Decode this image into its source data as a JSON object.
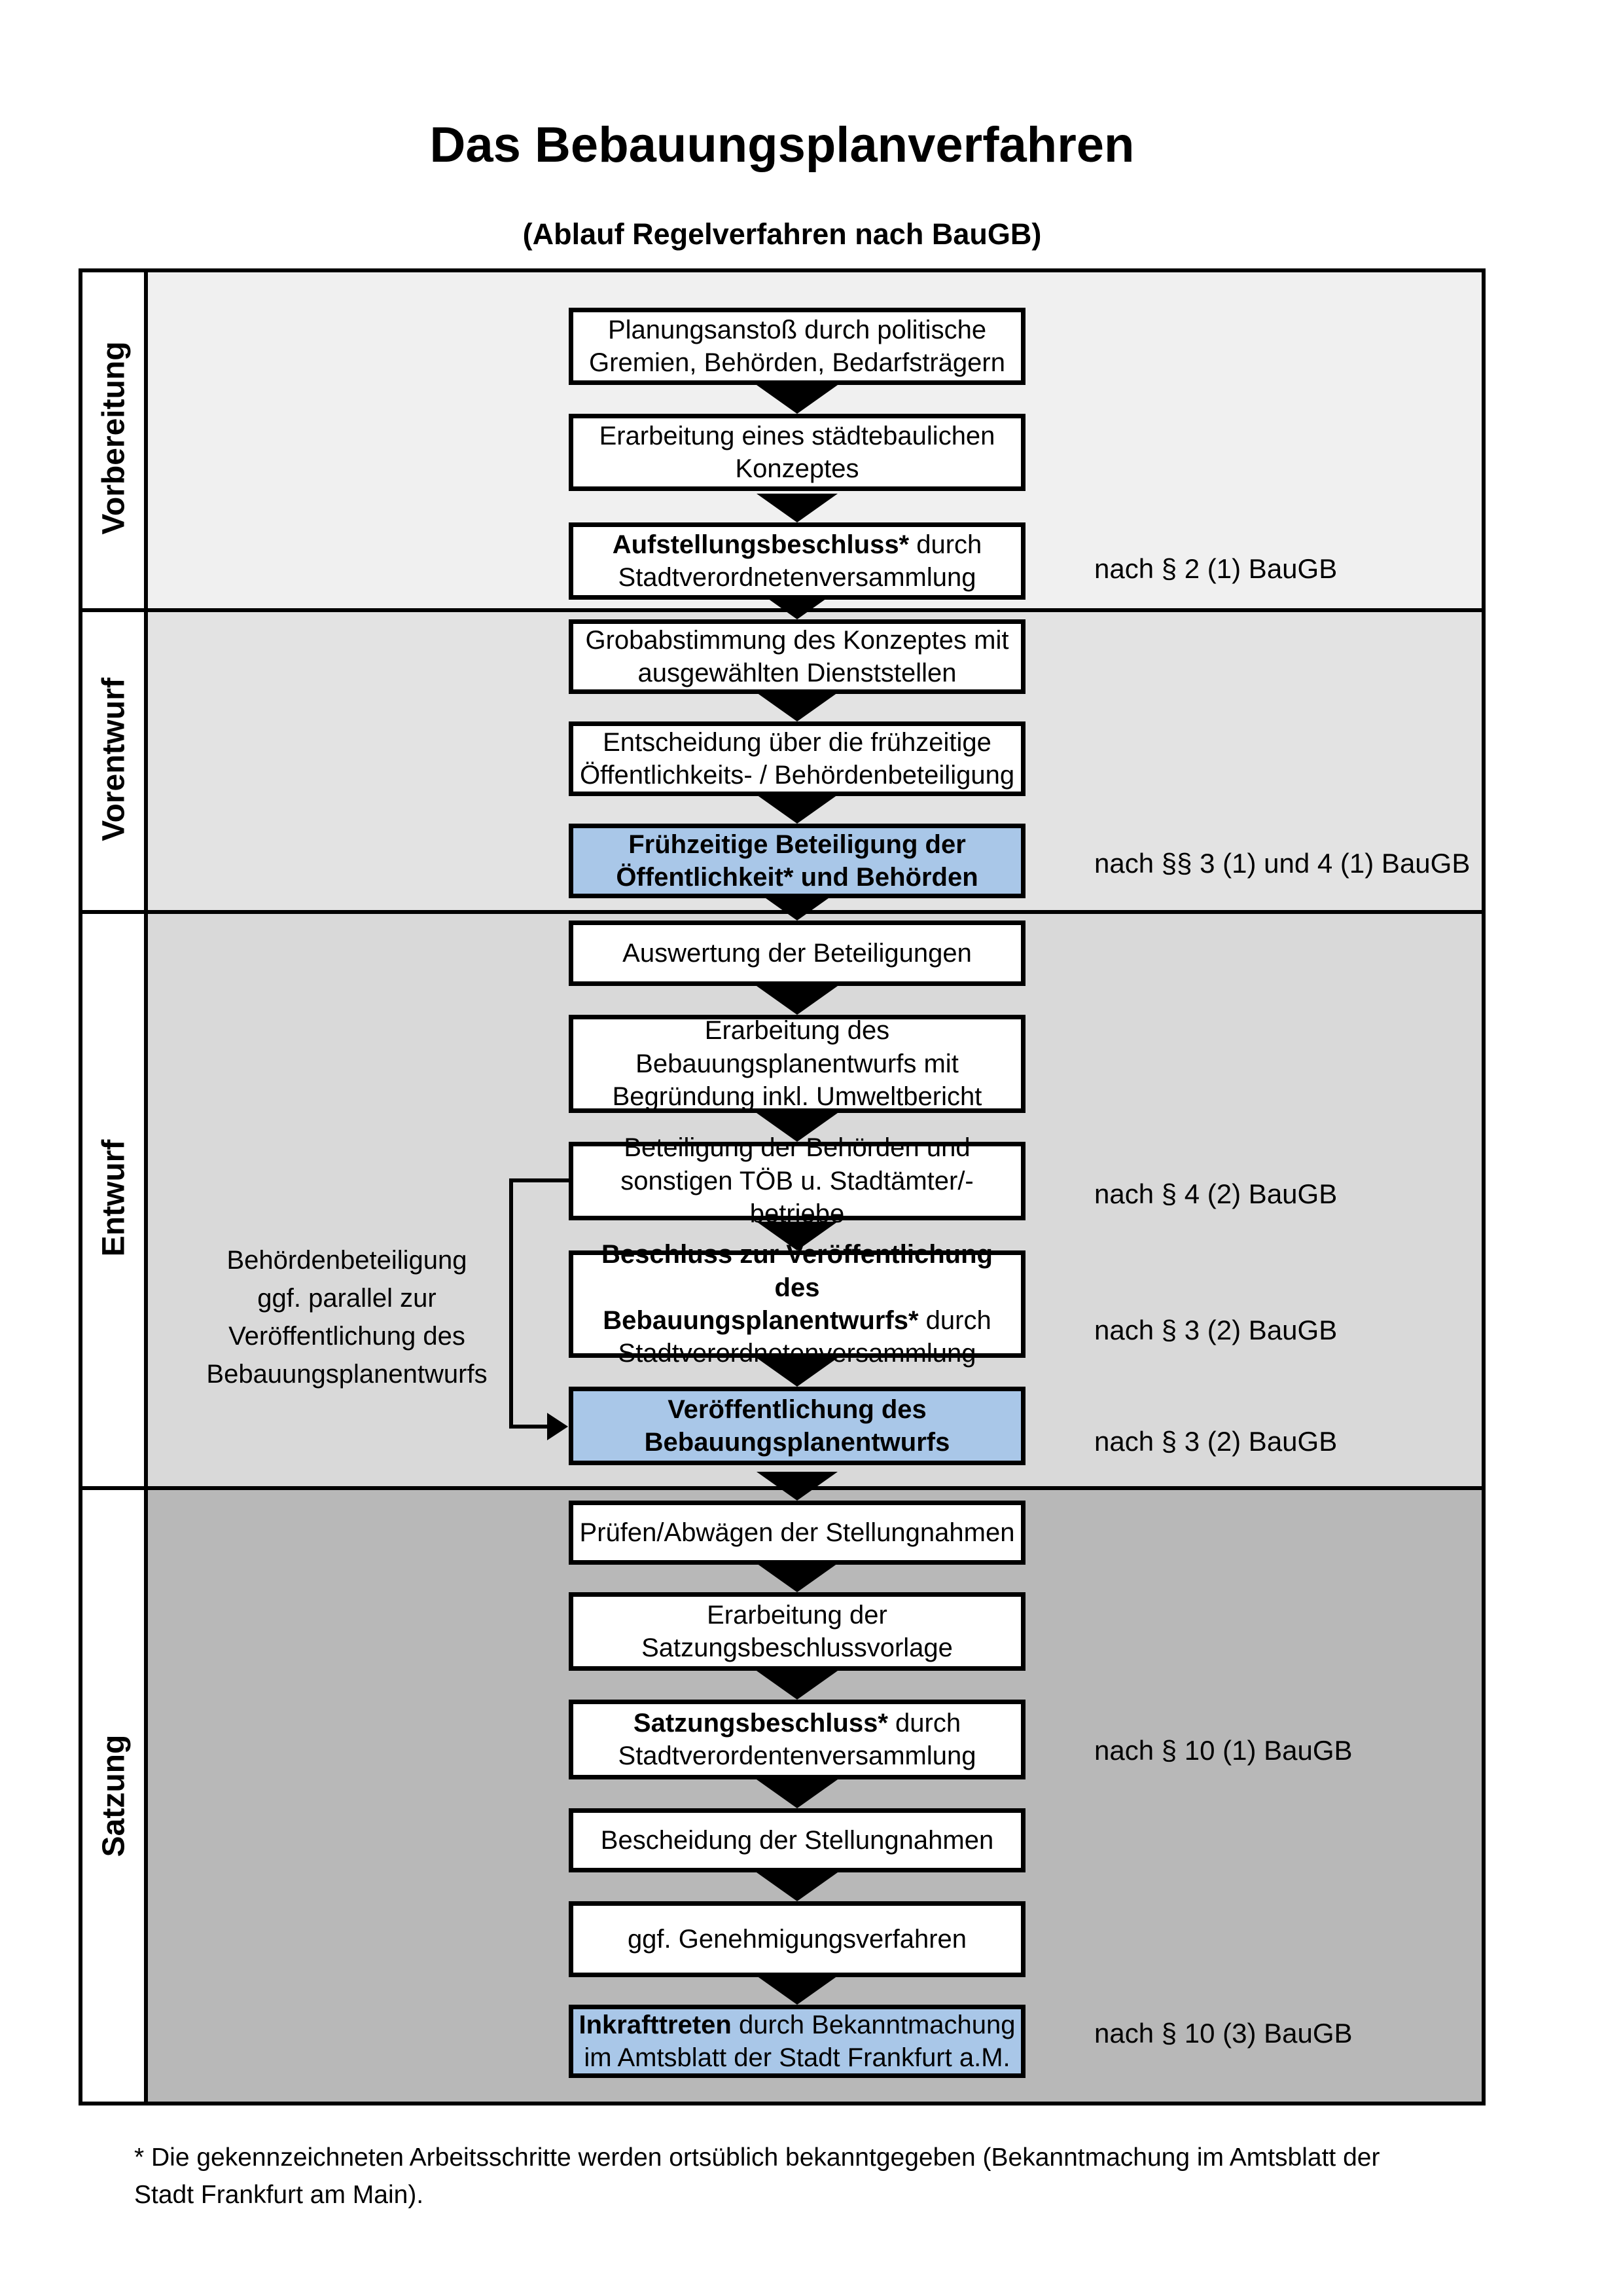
{
  "title": "Das Bebauungsplanverfahren",
  "subtitle": "(Ablauf Regelverfahren nach BauGB)",
  "phases": [
    {
      "label": "Vorbereitung"
    },
    {
      "label": "Vorentwurf"
    },
    {
      "label": "Entwurf"
    },
    {
      "label": "Satzung"
    }
  ],
  "steps": [
    {
      "bold": "",
      "text": "Planungsanstoß durch politische\nGremien, Behörden, Bedarfsträgern",
      "note": ""
    },
    {
      "bold": "",
      "text": "Erarbeitung eines städtebaulichen\nKonzeptes",
      "note": ""
    },
    {
      "bold": "Aufstellungsbeschluss*",
      "text": " durch\nStadtverordnetenversammlung",
      "note": "nach § 2 (1) BauGB"
    },
    {
      "bold": "",
      "text": "Grobabstimmung des Konzeptes mit\nausgewählten Dienststellen",
      "note": ""
    },
    {
      "bold": "",
      "text": "Entscheidung über die frühzeitige\nÖffentlichkeits- / Behördenbeteiligung",
      "note": ""
    },
    {
      "bold": "Frühzeitige Beteiligung der\nÖffentlichkeit* und Behörden",
      "text": "",
      "note": "nach §§ 3 (1) und 4 (1) BauGB"
    },
    {
      "bold": "",
      "text": "Auswertung der Beteiligungen",
      "note": ""
    },
    {
      "bold": "",
      "text": "Erarbeitung des\nBebauungsplanentwurfs mit\nBegründung inkl. Umweltbericht",
      "note": ""
    },
    {
      "bold": "",
      "text": "Beteiligung der Behörden und\nsonstigen TÖB u. Stadtämter/-betriebe",
      "note": "nach § 4 (2) BauGB"
    },
    {
      "bold": "Beschluss zur Veröffentlichung des\nBebauungsplanentwurfs*",
      "text": " durch\nStadtverordnetenversammlung",
      "note": "nach § 3 (2) BauGB"
    },
    {
      "bold": "Veröffentlichung des\nBebauungsplanentwurfs",
      "text": "",
      "note": "nach § 3 (2) BauGB"
    },
    {
      "bold": "",
      "text": "Prüfen/Abwägen der Stellungnahmen",
      "note": ""
    },
    {
      "bold": "",
      "text": "Erarbeitung der\nSatzungsbeschlussvorlage",
      "note": ""
    },
    {
      "bold": "Satzungsbeschluss*",
      "text": " durch\nStadtverordentenversammlung",
      "note": "nach § 10 (1) BauGB"
    },
    {
      "bold": "",
      "text": "Bescheidung der Stellungnahmen",
      "note": ""
    },
    {
      "bold": "",
      "text": "ggf. Genehmigungsverfahren",
      "note": ""
    },
    {
      "bold": "Inkrafttreten",
      "text": " durch Bekanntmachung\nim Amtsblatt der Stadt Frankfurt a.M.",
      "note": "nach § 10 (3) BauGB"
    }
  ],
  "annotation": "Behördenbeteiligung\nggf. parallel zur\nVeröffentlichung des\nBebauungsplanentwurfs",
  "footnote": "* Die gekennzeichneten Arbeitsschritte werden ortsüblich bekanntgegeben (Bekanntmachung im Amtsblatt  der Stadt Frankfurt am Main).",
  "colors": {
    "highlight_blue": "#a9c7e8",
    "phase_bg": [
      "#f0f0f0",
      "#e3e3e3",
      "#d9d9d9",
      "#b8b8b8"
    ],
    "line_black": "#000000"
  }
}
